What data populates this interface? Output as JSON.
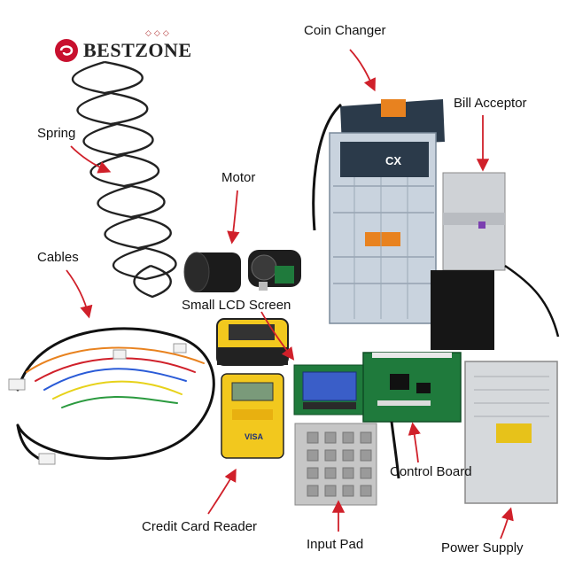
{
  "logo": {
    "text": "BESTZONE",
    "brand_color": "#c8102e"
  },
  "labels": {
    "coin_changer": "Coin Changer",
    "bill_acceptor": "Bill Acceptor",
    "spring": "Spring",
    "motor": "Motor",
    "cables": "Cables",
    "small_lcd_screen": "Small LCD Screen",
    "control_board": "Control Board",
    "credit_card_reader": "Credit Card Reader",
    "input_pad": "Input Pad",
    "power_supply": "Power Supply"
  },
  "device_text": {
    "coin_changer_brand": "CX",
    "card_reader_brand": "VISA"
  },
  "colors": {
    "arrow": "#d0202a",
    "lcd_blue": "#3a5ec8",
    "pcb_green": "#1f7a3c",
    "card_reader_yellow": "#f2c81e",
    "coin_changer_dark": "#2b3a4a",
    "coin_changer_orange": "#e8821f"
  }
}
